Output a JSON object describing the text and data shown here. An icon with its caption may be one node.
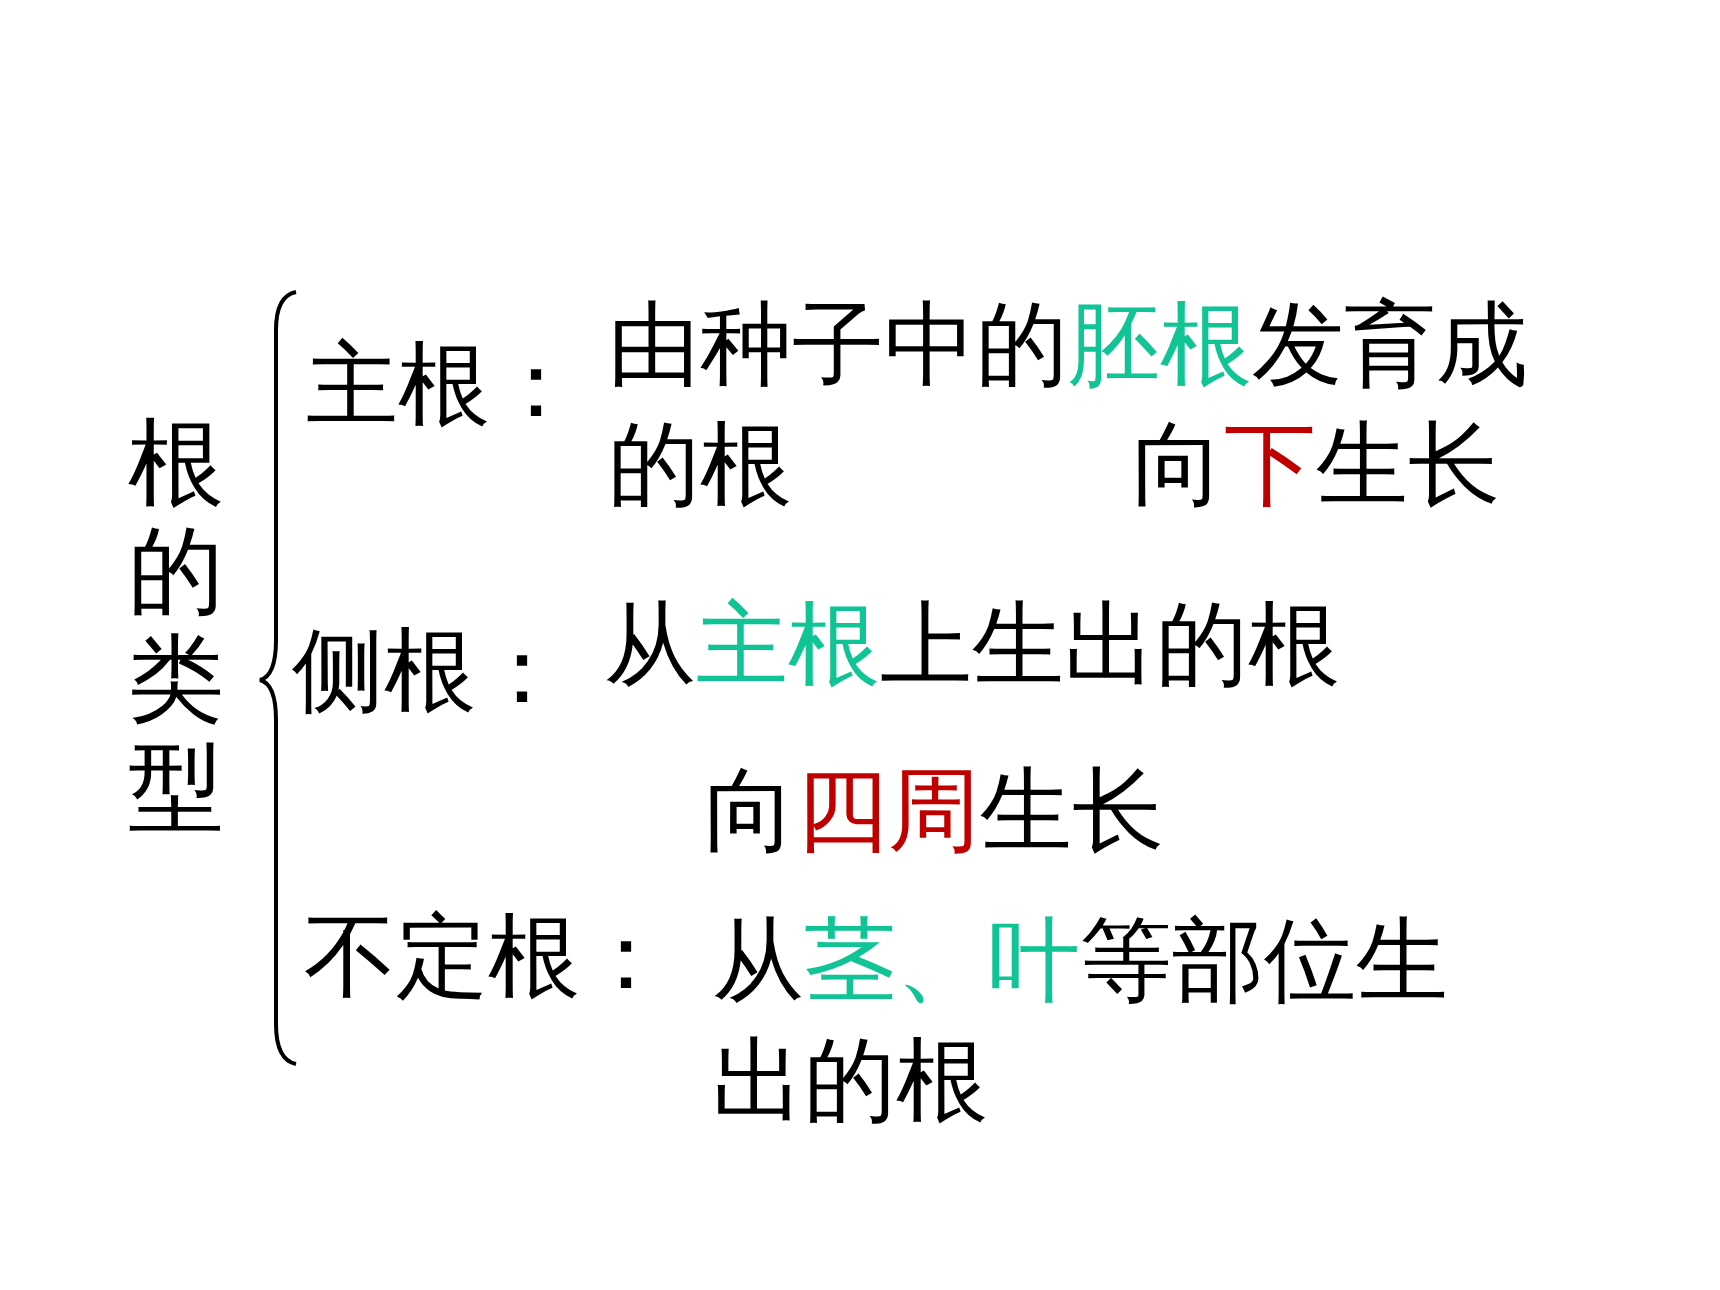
{
  "diagram": {
    "labels": [
      "根的类型",
      "主根：",
      "由种子中的胚根发育成的根",
      "向下生长",
      "侧根：",
      "从主根上生出的根",
      "向四周生长",
      "不定根：",
      "从茎、叶等部位生出的根"
    ]
  }
}
